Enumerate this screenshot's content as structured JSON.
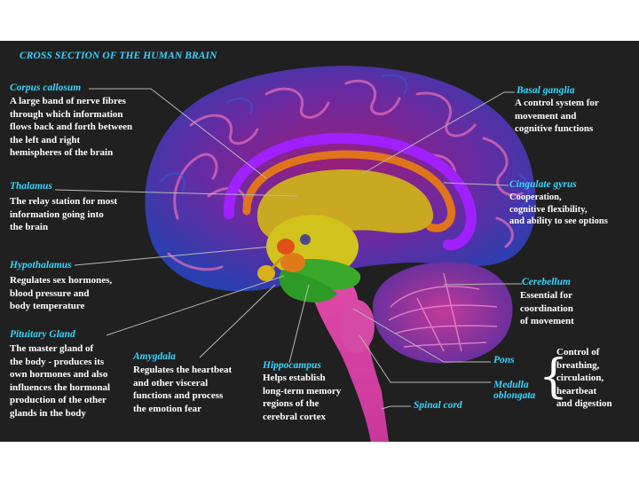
{
  "title": "CROSS SECTION OF THE HUMAN BRAIN",
  "labels": {
    "corpus_callosum": {
      "heading": "Corpus callosum",
      "lines": [
        "A large band of nerve fibres",
        "through which information",
        "flows back and forth between",
        "the left and right",
        "hemispheres of the brain"
      ]
    },
    "thalamus": {
      "heading": "Thalamus",
      "lines": [
        "The relay station for most",
        "information going into",
        "the brain"
      ]
    },
    "hypothalamus": {
      "heading": "Hypothalamus",
      "lines": [
        "Regulates sex hormones,",
        "blood pressure and",
        "body temperature"
      ]
    },
    "pituitary": {
      "heading": "Pituitary Gland",
      "lines": [
        "The master gland of",
        "the body - produces its",
        "own hormones and also",
        "influences the hormonal",
        "production of the other",
        "glands in the body"
      ]
    },
    "amygdala": {
      "heading": "Amygdala",
      "lines": [
        "Regulates the heartbeat",
        "and other visceral",
        "functions and process",
        "the emotion fear"
      ]
    },
    "hippocampus": {
      "heading": "Hippocampus",
      "lines": [
        "Helps establish",
        "long-term memory",
        "regions of the",
        "cerebral cortex"
      ]
    },
    "spinal_cord": {
      "heading": "Spinal cord"
    },
    "basal_ganglia": {
      "heading": "Basal ganglia",
      "lines": [
        "A control system for",
        "movement and",
        "cognitive functions"
      ]
    },
    "cingulate_gyrus": {
      "heading": "Cingulate gyrus",
      "lines": [
        "Cooperation,",
        "cognitive flexibility,",
        "and ability to see options"
      ]
    },
    "cerebellum": {
      "heading": "Cerebellum",
      "lines": [
        "Essential for",
        "coordination",
        "of movement"
      ]
    },
    "pons": {
      "heading": "Pons"
    },
    "medulla": {
      "heading_line1": "Medulla",
      "heading_line2": "oblongata"
    },
    "brainstem_functions": {
      "lines": [
        "Control of",
        "breathing,",
        "circulation,",
        "heartbeat",
        "and digestion"
      ]
    }
  },
  "colors": {
    "background": "#202020",
    "heading": "#35d6ff",
    "text": "#ffffff",
    "leader": "#b8b8b8",
    "cingulate": "#a020ff",
    "corpus": "#e0741a",
    "thalamus": "#d2c21c",
    "limbic": "#3aa82a"
  }
}
